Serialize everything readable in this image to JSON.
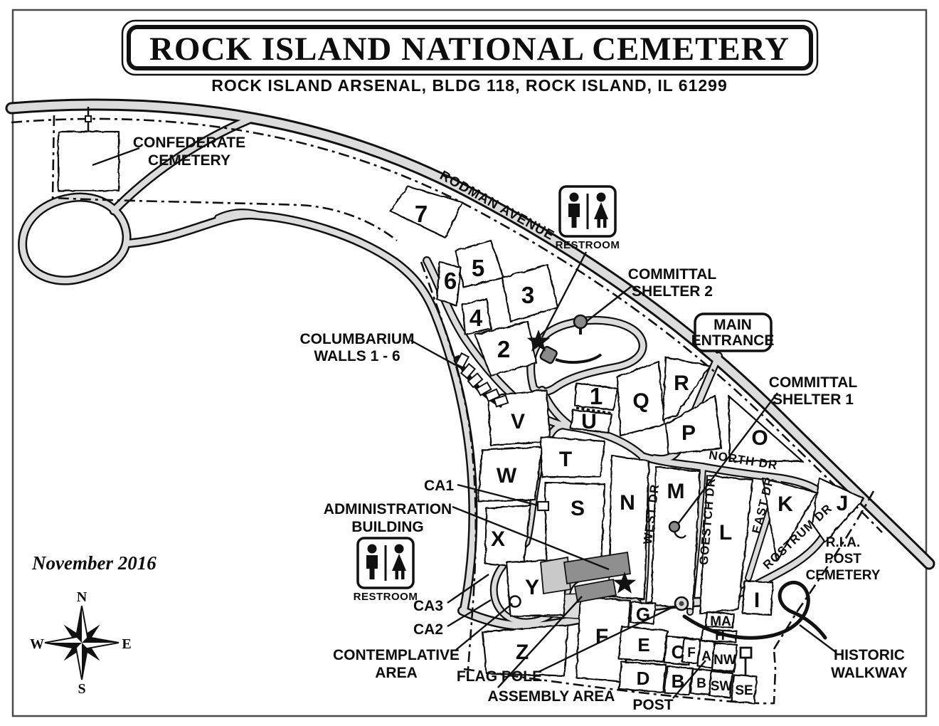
{
  "title": "ROCK ISLAND NATIONAL CEMETERY",
  "subtitle": "ROCK ISLAND ARSENAL, BLDG 118, ROCK ISLAND, IL 61299",
  "date_note": "November 2016",
  "compass": {
    "n": "N",
    "e": "E",
    "s": "S",
    "w": "W"
  },
  "roads": {
    "rodman": "RODMAN AVENUE",
    "north": "NORTH DR",
    "west": "WEST DR",
    "goestch": "GOESTCH DR",
    "east": "EAST DR",
    "rostrum": "ROSTRUM DR"
  },
  "callouts": {
    "confederate": [
      "CONFEDERATE",
      "CEMETERY"
    ],
    "columbarium": [
      "COLUMBARIUM",
      "WALLS 1 - 6"
    ],
    "committal2": [
      "COMMITTAL",
      "SHELTER 2"
    ],
    "committal1": [
      "COMMITTAL",
      "SHELTER 1"
    ],
    "main_entrance": [
      "MAIN",
      "ENTRANCE"
    ],
    "administration": [
      "ADMINISTRATION",
      "BUILDING"
    ],
    "contemplative": [
      "CONTEMPLATIVE",
      "AREA"
    ],
    "ria": [
      "R.I.A.",
      "POST",
      "CEMETERY"
    ],
    "historic": [
      "HISTORIC",
      "WALKWAY"
    ],
    "ca1": "CA1",
    "ca2": "CA2",
    "ca3": "CA3",
    "flag_pole": "FLAG POLE",
    "assembly": "ASSEMBLY AREA",
    "post": "POST",
    "restroom": "RESTROOM"
  },
  "sections": {
    "s7": "7",
    "s5": "5",
    "s6": "6",
    "s4": "4",
    "s3": "3",
    "s2": "2",
    "s1": "1",
    "u": "U",
    "q": "Q",
    "r": "R",
    "p": "P",
    "o": "O",
    "v": "V",
    "w": "W",
    "t": "T",
    "s": "S",
    "n": "N",
    "m": "M",
    "l": "L",
    "k": "K",
    "j": "J",
    "i": "I",
    "x": "X",
    "y": "Y",
    "z": "Z",
    "f": "F",
    "g": "G",
    "e": "E",
    "c": "C",
    "d": "D",
    "b": "B",
    "ma": "MA",
    "h": "H",
    "f2": "F",
    "a": "A",
    "nw": "NW",
    "b2": "B",
    "sw": "SW",
    "se": "SE"
  }
}
